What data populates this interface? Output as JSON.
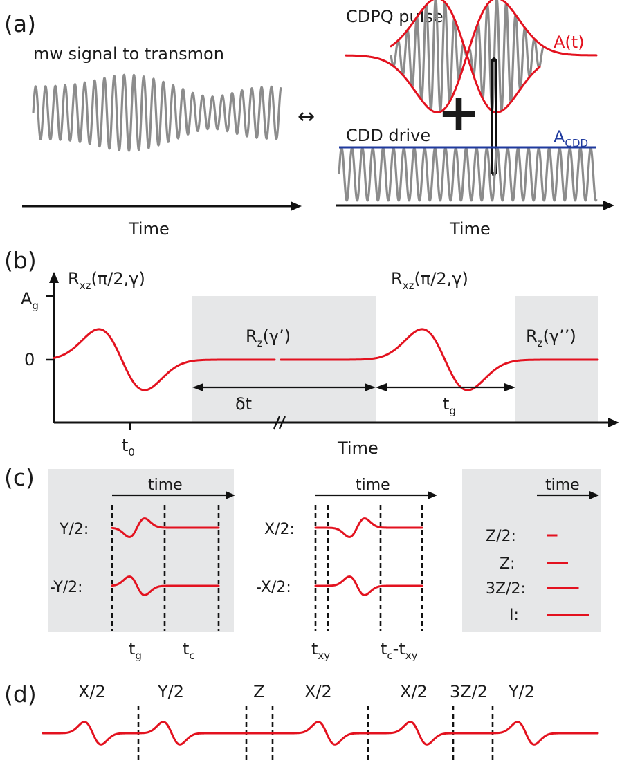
{
  "panel_labels": {
    "a": "(a)",
    "b": "(b)",
    "c": "(c)",
    "d": "(d)"
  },
  "panel_a": {
    "mw_signal_label": "mw signal to transmon",
    "cdpq_label": "CDPQ pulse",
    "envelope_label": "A(t)",
    "cdd_label": "CDD drive",
    "cdd_amp_label": {
      "main": "A",
      "sub": "CDD"
    },
    "time_left": "Time",
    "time_right": "Time",
    "plus_symbol": "+",
    "double_arrow": "↔"
  },
  "panel_b": {
    "rxz_left": {
      "main": "R",
      "sub": "xz",
      "args": "(π/2,γ)"
    },
    "rxz_right": {
      "main": "R",
      "sub": "xz",
      "args": "(π/2,γ)"
    },
    "rz_mid": {
      "main": "R",
      "sub": "z",
      "args": "(γ’)"
    },
    "rz_right": {
      "main": "R",
      "sub": "z",
      "args": "(γ’’)"
    },
    "ag": {
      "main": "A",
      "sub": "g"
    },
    "zero": "0",
    "t0": {
      "main": "t",
      "sub": "0"
    },
    "delta_t": "δt",
    "tg": {
      "main": "t",
      "sub": "g"
    },
    "time": "Time"
  },
  "panel_c": {
    "left": {
      "time": "time",
      "rows": [
        "Y/2:",
        "-Y/2:"
      ],
      "tg": {
        "main": "t",
        "sub": "g"
      },
      "tc": {
        "main": "t",
        "sub": "c"
      }
    },
    "middle": {
      "time": "time",
      "rows": [
        "X/2:",
        "-X/2:"
      ],
      "txy": {
        "main": "t",
        "sub": "xy"
      },
      "tc_txy": {
        "main": "t",
        "sub1": "c",
        "mid": "-t",
        "sub2": "xy"
      }
    },
    "right": {
      "time": "time",
      "rows": [
        "Z/2:",
        "Z:",
        "3Z/2:",
        "I:"
      ],
      "line_fractions": [
        0.25,
        0.5,
        0.75,
        1.0
      ]
    }
  },
  "panel_d": {
    "gates": [
      "X/2",
      "Y/2",
      "Z",
      "X/2",
      "X/2",
      "3Z/2",
      "Y/2"
    ]
  },
  "colors": {
    "pulse": "#e3121f",
    "carrier": "#8c8c8c",
    "cdd_level": "#1f3a9e",
    "shade": "#e6e7e8"
  }
}
